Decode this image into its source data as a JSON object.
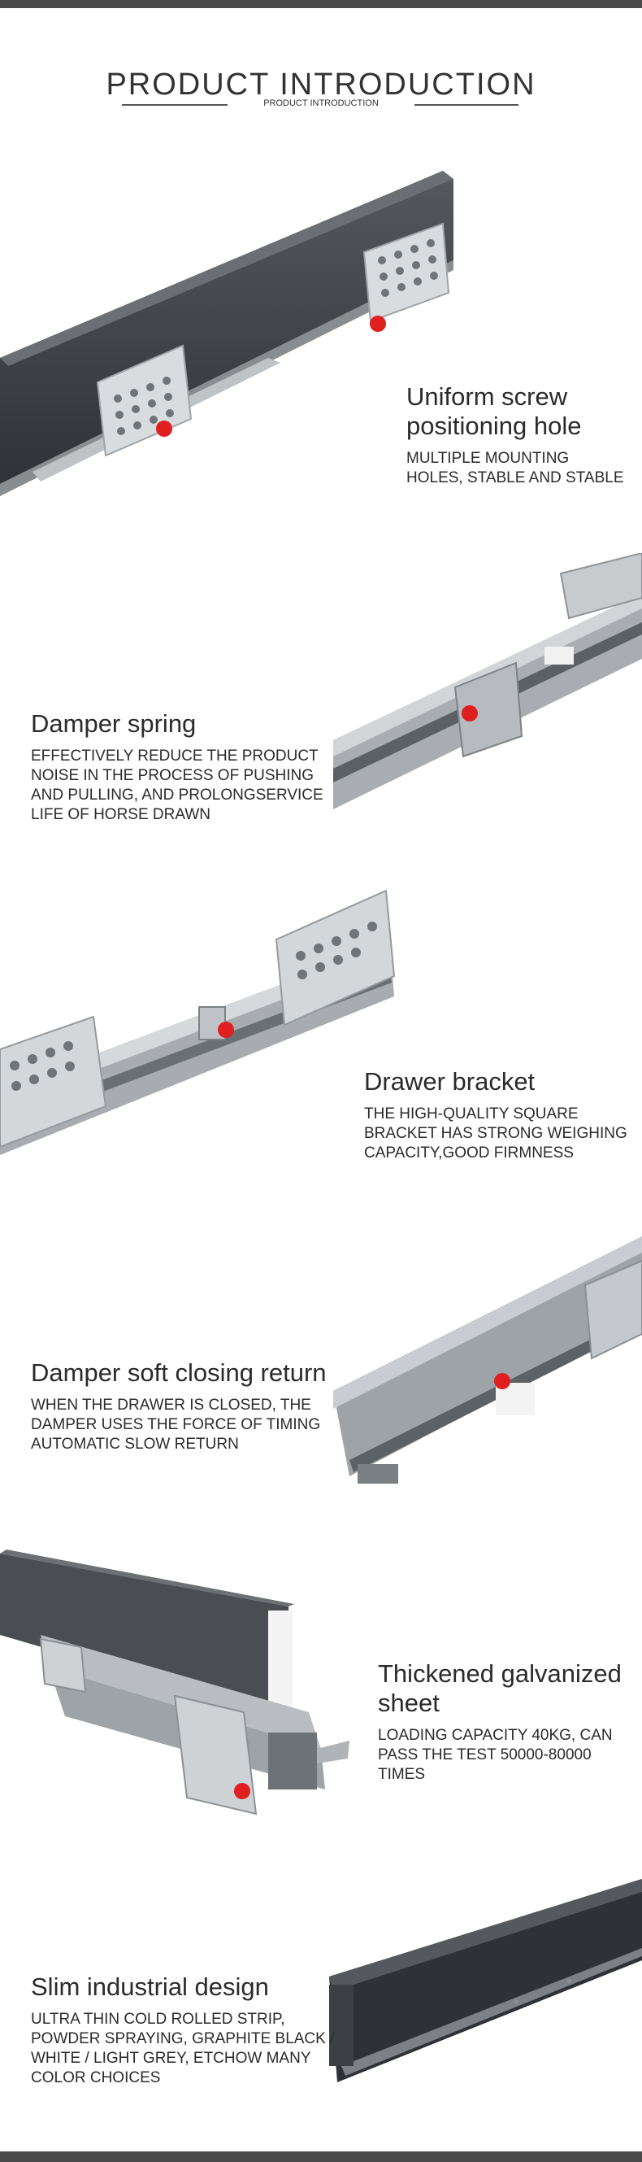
{
  "header": {
    "title": "PRODUCT INTRODUCTION",
    "subtitle": "PRODUCT INTRODUCTION"
  },
  "colors": {
    "accent_dot": "#e02020",
    "frame_bar": "#4a4a4a",
    "text": "#2b2b2b"
  },
  "features": [
    {
      "title": "Uniform screw positioning hole",
      "desc": "MULTIPLE MOUNTING HOLES, STABLE AND STABLE"
    },
    {
      "title": "Damper spring",
      "desc": "EFFECTIVELY REDUCE THE PRODUCT NOISE IN THE PROCESS OF PUSHING AND  PULLING, AND PROLONGSERVICE LIFE OF HORSE DRAWN"
    },
    {
      "title": "Drawer bracket",
      "desc": "THE HIGH-QUALITY SQUARE BRACKET HAS STRONG WEIGHING  CAPACITY,GOOD FIRMNESS"
    },
    {
      "title": "Damper soft closing return",
      "desc": "WHEN THE DRAWER IS CLOSED, THE DAMPER USES THE FORCE OF TIMING AUTOMATIC SLOW RETURN"
    },
    {
      "title": "Thickened galvanized sheet",
      "desc": "LOADING CAPACITY 40KG, CAN PASS THE TEST 50000-80000 TIMES"
    },
    {
      "title": "Slim industrial design",
      "desc": "ULTRA THIN COLD ROLLED STRIP, POWDER SPRAYING, GRAPHITE BLACK / WHITE / LIGHT GREY, ETCHOW MANY COLOR CHOICES"
    }
  ]
}
